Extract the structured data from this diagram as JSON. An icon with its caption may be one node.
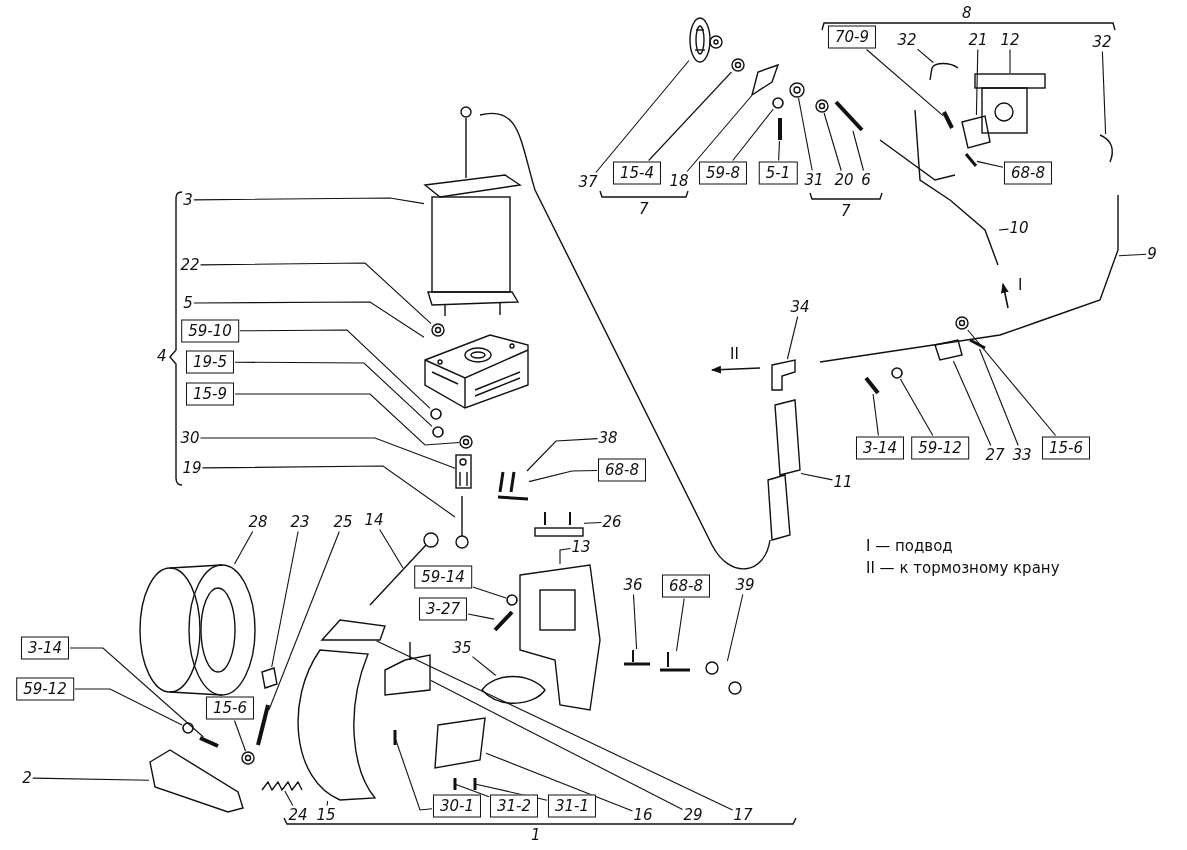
{
  "diagram": {
    "nodes": [
      {
        "text": [
          "37"
        ]
      },
      {
        "text": [
          "15-4"
        ]
      },
      {
        "text": [
          "18"
        ]
      },
      {
        "text": [
          "59-8"
        ]
      },
      {
        "text": [
          "5-1"
        ]
      },
      {
        "text": [
          "31"
        ]
      },
      {
        "text": [
          "20"
        ]
      },
      {
        "text": [
          "6"
        ]
      },
      {
        "text": [
          "70-9"
        ]
      },
      {
        "text": [
          "32"
        ]
      },
      {
        "text": [
          "21"
        ]
      },
      {
        "text": [
          "12"
        ]
      },
      {
        "text": [
          "32"
        ]
      },
      {
        "text": [
          "68-8"
        ]
      },
      {
        "text": [
          "10"
        ]
      },
      {
        "text": [
          "9"
        ]
      },
      {
        "text": [
          "3"
        ]
      },
      {
        "text": [
          "22"
        ]
      },
      {
        "text": [
          "5"
        ]
      },
      {
        "text": [
          "59-10"
        ]
      },
      {
        "text": [
          "19-5"
        ]
      },
      {
        "text": [
          "15-9"
        ]
      },
      {
        "text": [
          "30"
        ]
      },
      {
        "text": [
          "19"
        ]
      },
      {
        "text": [
          "38"
        ]
      },
      {
        "text": [
          "68-8"
        ]
      },
      {
        "text": [
          "26"
        ]
      },
      {
        "text": [
          "13"
        ]
      },
      {
        "text": [
          "34"
        ]
      },
      {
        "text": [
          "11"
        ]
      },
      {
        "text": [
          "3-14"
        ]
      },
      {
        "text": [
          "59-12"
        ]
      },
      {
        "text": [
          "27"
        ]
      },
      {
        "text": [
          "33"
        ]
      },
      {
        "text": [
          "15-6"
        ]
      },
      {
        "text": [
          "59-14"
        ]
      },
      {
        "text": [
          "3-27"
        ]
      },
      {
        "text": [
          "35"
        ]
      },
      {
        "text": [
          "36"
        ]
      },
      {
        "text": [
          "68-8"
        ]
      },
      {
        "text": [
          "39"
        ]
      },
      {
        "text": [
          "28"
        ]
      },
      {
        "text": [
          "23"
        ]
      },
      {
        "text": [
          "25"
        ]
      },
      {
        "text": [
          "14"
        ]
      },
      {
        "text": [
          "3-14"
        ]
      },
      {
        "text": [
          "59-12"
        ]
      },
      {
        "text": [
          "15-6"
        ]
      },
      {
        "text": [
          "2"
        ]
      },
      {
        "text": [
          "24"
        ]
      },
      {
        "text": [
          "15"
        ]
      },
      {
        "text": [
          "30-1"
        ]
      },
      {
        "text": [
          "31-2"
        ]
      },
      {
        "text": [
          "31-1"
        ]
      },
      {
        "text": [
          "16"
        ]
      },
      {
        "text": [
          "29"
        ]
      },
      {
        "text": [
          "17"
        ]
      },
      {
        "text": [],
        "shape": "picture"
      },
      {
        "text": [],
        "shape": "picture"
      },
      {
        "text": [],
        "shape": "picture"
      },
      {
        "text": [],
        "shape": "circle"
      },
      {
        "text": [],
        "shape": "picture"
      },
      {
        "text": [],
        "shape": "picture"
      },
      {
        "text": [],
        "shape": "picture"
      },
      {
        "text": [],
        "shape": "picture"
      },
      {
        "text": [],
        "shape": "picture"
      },
      {
        "text": [],
        "shape": "picture"
      },
      {
        "text": [],
        "shape": "picture"
      },
      {
        "text": [],
        "shape": "picture"
      },
      {
        "text": [],
        "shape": "picture"
      },
      {
        "text": [],
        "shape": "picture"
      },
      {
        "text": [],
        "shape": "picture"
      },
      {
        "text": [],
        "shape": "picture"
      },
      {
        "text": [],
        "shape": "picture"
      },
      {
        "text": [],
        "shape": "picture"
      },
      {
        "text": [],
        "shape": "picture"
      },
      {
        "text": [],
        "shape": "circle"
      },
      {
        "text": [],
        "shape": "circle"
      },
      {
        "text": [],
        "shape": "picture"
      },
      {
        "text": [],
        "shape": "picture"
      },
      {
        "text": [],
        "shape": "picture"
      },
      {
        "text": [],
        "shape": "picture"
      },
      {
        "text": [],
        "shape": "picture"
      },
      {
        "text": [],
        "shape": "picture"
      },
      {
        "text": [],
        "shape": "picture"
      },
      {
        "text": [],
        "shape": "picture"
      },
      {
        "text": [],
        "shape": "picture"
      },
      {
        "text": [],
        "shape": "circle"
      },
      {
        "text": [],
        "shape": "picture"
      },
      {
        "text": [],
        "shape": "picture"
      },
      {
        "text": [],
        "shape": "picture"
      },
      {
        "text": [],
        "shape": "circle"
      },
      {
        "text": [],
        "shape": "picture"
      },
      {
        "text": [],
        "shape": "picture"
      },
      {
        "text": [],
        "shape": "picture"
      },
      {
        "text": [],
        "shape": "picture"
      },
      {
        "text": [],
        "shape": "picture"
      },
      {
        "text": [],
        "shape": "picture"
      },
      {
        "text": [],
        "shape": "picture"
      },
      {
        "text": [],
        "shape": "picture"
      },
      {
        "text": [],
        "shape": "picture"
      },
      {
        "text": [],
        "shape": "picture"
      },
      {
        "text": [],
        "shape": "circle"
      },
      {
        "text": [],
        "shape": "picture"
      },
      {
        "text": [],
        "shape": "picture"
      },
      {
        "text": [],
        "shape": "picture"
      },
      {
        "text": [],
        "shape": "picture"
      },
      {
        "text": [],
        "shape": "picture"
      },
      {
        "text": [],
        "shape": "picture"
      },
      {
        "text": [],
        "shape": "picture"
      },
      {
        "text": [],
        "shape": "picture"
      },
      {
        "text": [],
        "shape": "picture"
      },
      {
        "text": [],
        "shape": "picture"
      }
    ],
    "edges": [
      {
        "from": 0,
        "to": 57,
        "arrow": "none"
      },
      {
        "from": 1,
        "to": 58,
        "arrow": "none"
      },
      {
        "from": 2,
        "to": 59,
        "arrow": "none"
      },
      {
        "from": 3,
        "to": 60,
        "arrow": "none"
      },
      {
        "from": 4,
        "to": 61,
        "arrow": "none"
      },
      {
        "from": 5,
        "to": 62,
        "arrow": "none"
      },
      {
        "from": 6,
        "to": 63,
        "arrow": "none"
      },
      {
        "from": 7,
        "to": 64,
        "arrow": "none"
      },
      {
        "from": 8,
        "to": 65,
        "arrow": "none"
      },
      {
        "from": 9,
        "to": 66,
        "arrow": "none"
      },
      {
        "from": 10,
        "to": 67,
        "arrow": "none"
      },
      {
        "from": 11,
        "to": 68,
        "arrow": "none"
      },
      {
        "from": 12,
        "to": 69,
        "arrow": "none"
      },
      {
        "from": 13,
        "to": 70,
        "arrow": "none"
      },
      {
        "from": 14,
        "to": 71,
        "arrow": "none"
      },
      {
        "from": 15,
        "to": 72,
        "arrow": "none"
      },
      {
        "from": 16,
        "to": 73,
        "arrow": "none"
      },
      {
        "from": 17,
        "to": 74,
        "arrow": "none"
      },
      {
        "from": 18,
        "to": 75,
        "arrow": "none"
      },
      {
        "from": 19,
        "to": 76,
        "arrow": "none"
      },
      {
        "from": 20,
        "to": 77,
        "arrow": "none"
      },
      {
        "from": 21,
        "to": 78,
        "arrow": "none"
      },
      {
        "from": 22,
        "to": 79,
        "arrow": "none"
      },
      {
        "from": 23,
        "to": 80,
        "arrow": "none"
      },
      {
        "from": 24,
        "to": 81,
        "arrow": "none"
      },
      {
        "from": 25,
        "to": 81,
        "arrow": "none"
      },
      {
        "from": 26,
        "to": 82,
        "arrow": "none"
      },
      {
        "from": 27,
        "to": 83,
        "arrow": "none"
      },
      {
        "from": 28,
        "to": 84,
        "arrow": "none"
      },
      {
        "from": 29,
        "to": 85,
        "arrow": "none"
      },
      {
        "from": 30,
        "to": 86,
        "arrow": "none"
      },
      {
        "from": 31,
        "to": 87,
        "arrow": "none"
      },
      {
        "from": 32,
        "to": 88,
        "arrow": "none"
      },
      {
        "from": 33,
        "to": 89,
        "arrow": "none"
      },
      {
        "from": 34,
        "to": 90,
        "arrow": "none"
      },
      {
        "from": 35,
        "to": 91,
        "arrow": "none"
      },
      {
        "from": 36,
        "to": 92,
        "arrow": "none"
      },
      {
        "from": 37,
        "to": 93,
        "arrow": "none"
      },
      {
        "from": 38,
        "to": 94,
        "arrow": "none"
      },
      {
        "from": 39,
        "to": 95,
        "arrow": "none"
      },
      {
        "from": 40,
        "to": 96,
        "arrow": "none"
      },
      {
        "from": 41,
        "to": 97,
        "arrow": "none"
      },
      {
        "from": 42,
        "to": 98,
        "arrow": "none"
      },
      {
        "from": 43,
        "to": 99,
        "arrow": "none"
      },
      {
        "from": 44,
        "to": 100,
        "arrow": "none"
      },
      {
        "from": 45,
        "to": 101,
        "arrow": "none"
      },
      {
        "from": 46,
        "to": 102,
        "arrow": "none"
      },
      {
        "from": 47,
        "to": 103,
        "arrow": "none"
      },
      {
        "from": 48,
        "to": 104,
        "arrow": "none"
      },
      {
        "from": 49,
        "to": 105,
        "arrow": "none"
      },
      {
        "from": 50,
        "to": 106,
        "arrow": "none"
      },
      {
        "from": 51,
        "to": 107,
        "arrow": "none"
      },
      {
        "from": 52,
        "to": 108,
        "arrow": "none"
      },
      {
        "from": 53,
        "to": 109,
        "arrow": "none"
      },
      {
        "from": 54,
        "to": 110,
        "arrow": "none"
      },
      {
        "from": 55,
        "to": 111,
        "arrow": "none"
      },
      {
        "from": 56,
        "to": 112,
        "arrow": "none"
      }
    ],
    "labels": [
      "8",
      "7",
      "7",
      "4",
      "I",
      "II",
      "I — подвод",
      "II — к тормозному крану",
      "1"
    ]
  }
}
